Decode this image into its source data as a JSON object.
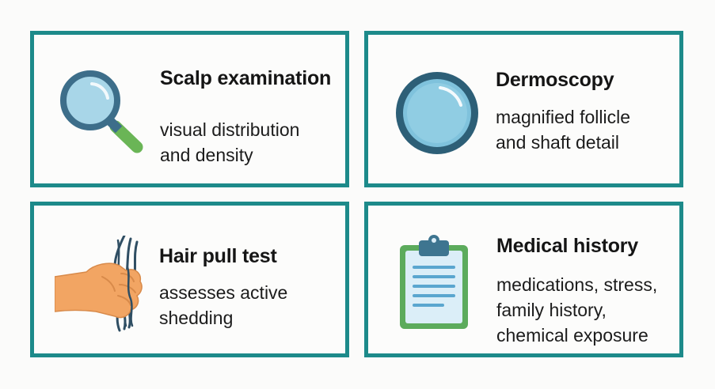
{
  "cards": [
    {
      "title": "Scalp examination",
      "icon": "magnifying-glass-icon",
      "lines": [
        "visual distribution",
        "and density"
      ]
    },
    {
      "title": "Dermoscopy",
      "icon": "dermoscope-lens-icon",
      "lines": [
        "magnified follicle",
        "and shaft detail"
      ]
    },
    {
      "title": "Hair pull test",
      "icon": "hand-pulling-hair-icon",
      "lines": [
        "assesses active",
        "shedding"
      ]
    },
    {
      "title": "Medical history",
      "icon": "clipboard-icon",
      "lines": [
        "medications, stress,",
        "family history,",
        "chemical exposure"
      ]
    }
  ],
  "colors": {
    "border": "#1d8a8a",
    "lens": "#a8d6e8",
    "frame": "#3d6e8a",
    "handle": "#6ab556",
    "skin": "#f2a563",
    "hair": "#2f4e63",
    "clipboard_border": "#5cab5c",
    "clipboard_paper": "#dbeef8",
    "clip": "#3e7590",
    "lines": "#5aa6cf"
  }
}
